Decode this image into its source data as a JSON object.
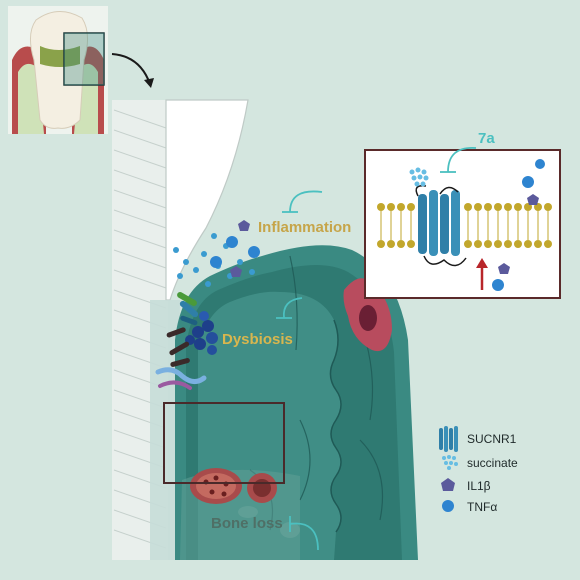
{
  "labels": {
    "inflammation": "Inflammation",
    "dysbiosis": "Dysbiosis",
    "bone_loss": "Bone loss",
    "inset_code": "7a"
  },
  "legend": [
    {
      "label": "SUCNR1",
      "icon": "receptor-icon",
      "color": "#2f7fa8"
    },
    {
      "label": "succinate",
      "icon": "dots-icon",
      "color": "#66bde3"
    },
    {
      "label": "IL1β",
      "icon": "pentagon-icon",
      "color": "#5b5a9c"
    },
    {
      "label": "TNFα",
      "icon": "blue-blob-icon",
      "color": "#2e84d0"
    }
  ],
  "colors": {
    "background": "#d4e6df",
    "gingiva": "#3a8a82",
    "gingiva_dark": "#1f5a56",
    "inhibit_line": "#4bc0c0",
    "box_border": "#5a2a2a",
    "membrane": "#c2a72c",
    "arrow_red": "#b8262a"
  }
}
